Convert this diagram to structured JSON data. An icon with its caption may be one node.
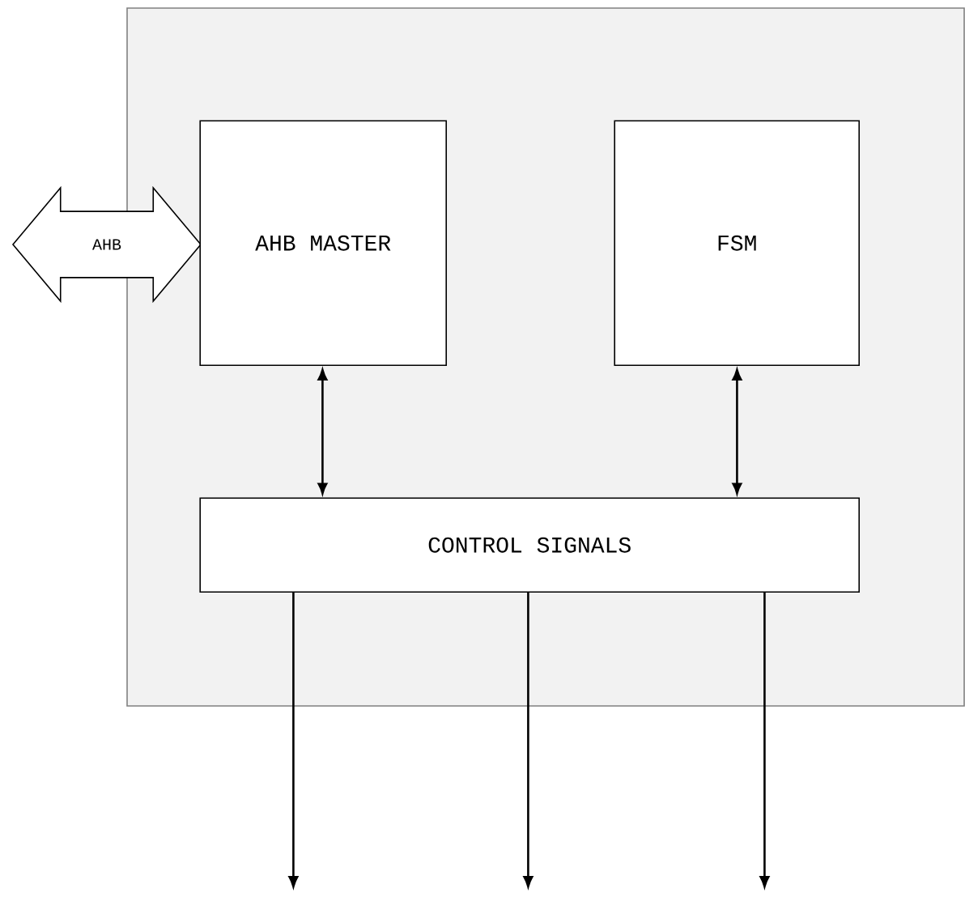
{
  "diagram": {
    "nodes": [
      {
        "text": [],
        "shape": "box"
      },
      {
        "text": [
          "AHB"
        ]
      },
      {
        "text": [
          "AHB MASTER"
        ],
        "in": 0
      },
      {
        "text": [
          "FSM"
        ],
        "in": 0
      },
      {
        "text": [
          "CONTROL SIGNALS"
        ],
        "in": 0
      }
    ],
    "edges": [
      {
        "from": 2,
        "to": 4,
        "arrow": "both"
      },
      {
        "from": 3,
        "to": 4,
        "arrow": "both"
      },
      {
        "from": 4,
        "to": null,
        "arrow": "to"
      },
      {
        "from": 4,
        "to": null,
        "arrow": "to"
      },
      {
        "from": 4,
        "to": null,
        "arrow": "to"
      }
    ]
  }
}
